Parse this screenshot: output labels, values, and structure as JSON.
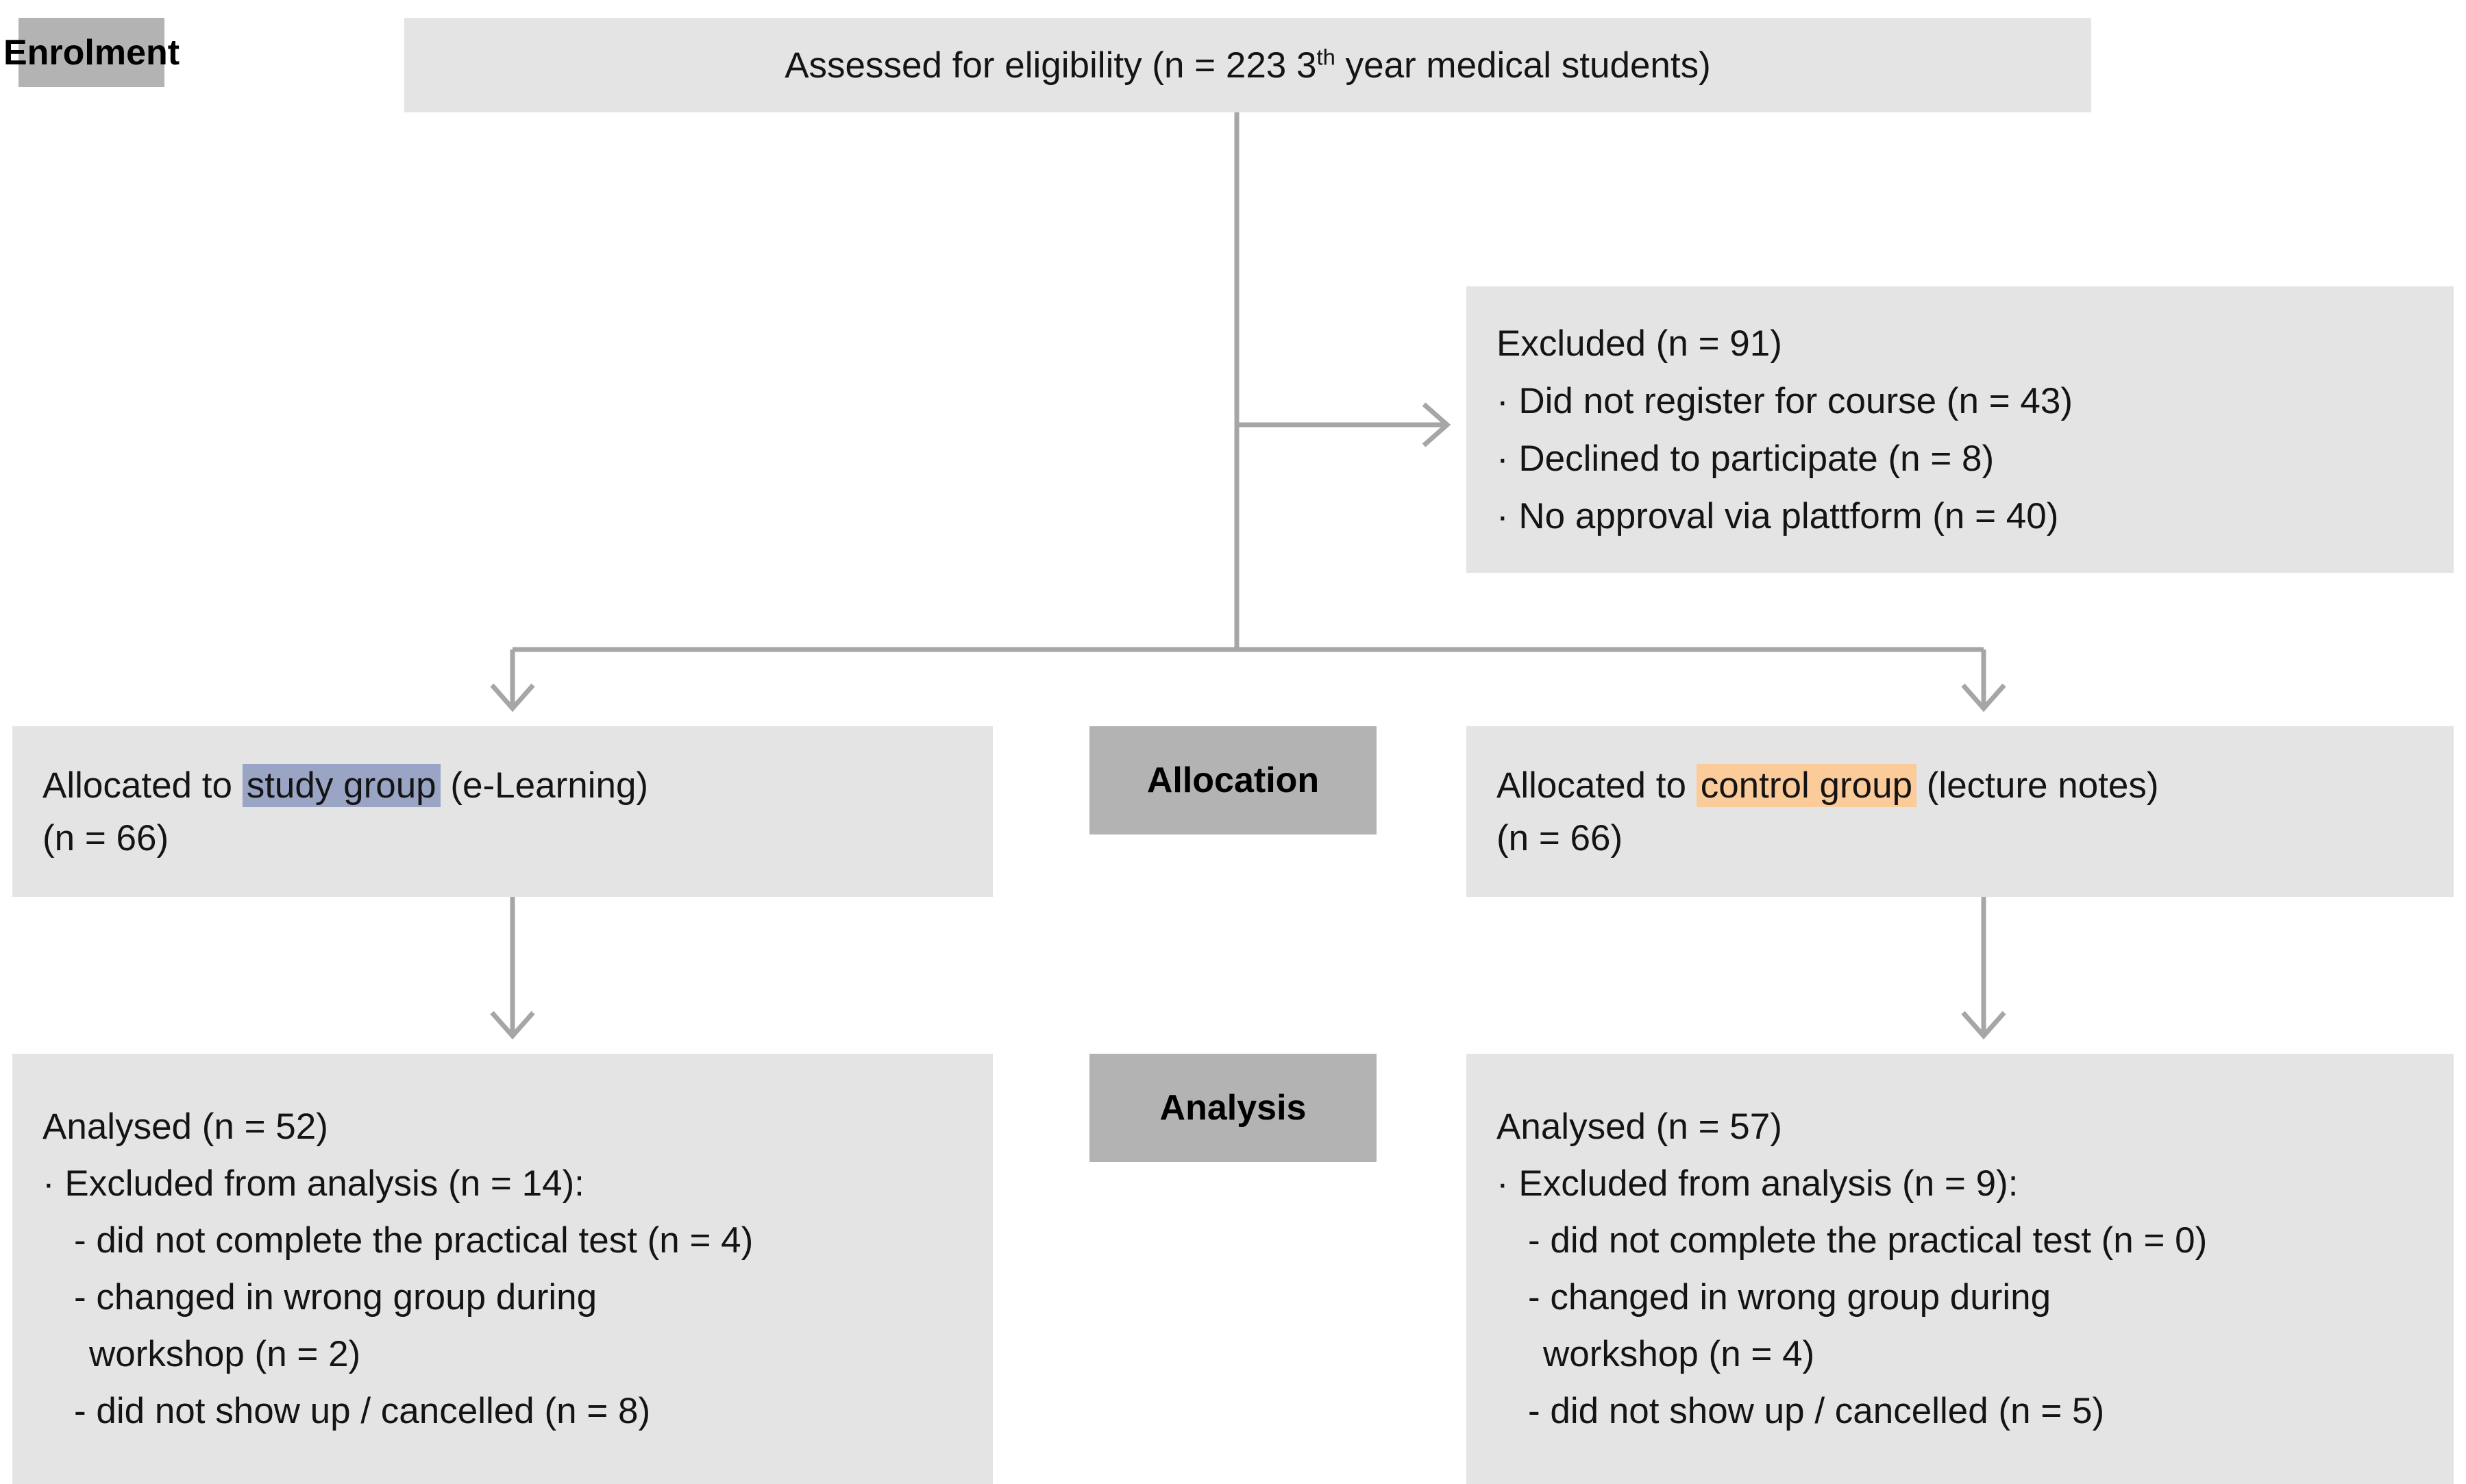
{
  "diagram": {
    "title": "CONSORT participant flow diagram",
    "colors": {
      "box_fill": "#e4e4e4",
      "stage_label_fill": "#b3b3b3",
      "connector": "#a6a6a6",
      "study_group_highlight": "#9aa4c4",
      "control_group_highlight": "#fbcb9a",
      "text": "#141414"
    },
    "stage_labels": {
      "enrolment": "Enrolment",
      "allocation": "Allocation",
      "analysis": "Analysis"
    },
    "enrolment": {
      "assessed": {
        "prefix": "Assessed for eligibility (n = 223 3",
        "ordinal": "th",
        "suffix": " year medical students)"
      },
      "excluded": {
        "heading": "Excluded (n = 91)",
        "reasons": [
          "· Did not register for course (n = 43)",
          "· Declined to participate (n = 8)",
          "· No approval via plattform (n = 40)"
        ]
      }
    },
    "allocation": {
      "left": {
        "prefix": "Allocated to ",
        "highlight": "study group",
        "suffix": " (e-Learning)",
        "count": "(n = 66)"
      },
      "right": {
        "prefix": "Allocated to ",
        "highlight": "control group",
        "suffix": " (lecture notes)",
        "count": "(n = 66)"
      }
    },
    "analysis": {
      "left": {
        "analysed": "Analysed (n = 52)",
        "excluded_heading": "· Excluded from analysis (n = 14):",
        "items": [
          "- did not complete the practical test (n = 4)",
          "- changed in wrong group during",
          "workshop (n = 2)",
          "- did not show up / cancelled (n = 8)"
        ]
      },
      "right": {
        "analysed": "Analysed (n = 57)",
        "excluded_heading": "· Excluded from analysis (n = 9):",
        "items": [
          "- did not complete the practical test (n = 0)",
          "- changed in wrong group during",
          "workshop (n = 4)",
          "- did not show up / cancelled (n = 5)"
        ]
      }
    }
  }
}
